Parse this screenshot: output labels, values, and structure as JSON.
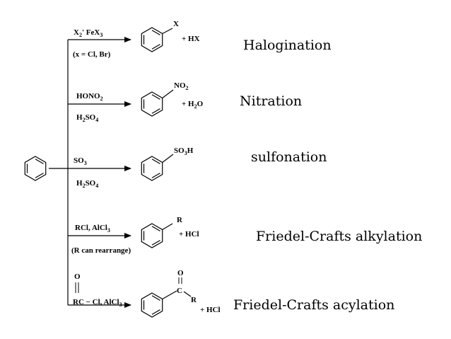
{
  "start": {
    "structure": "benzene"
  },
  "reactions": [
    {
      "id": "halogination",
      "reagent_above": [
        "X",
        {
          "sub": "2"
        },
        "' FeX",
        {
          "sub": "3"
        }
      ],
      "reagent_below": [
        "(x = Cl, Br)"
      ],
      "substituent": [
        "X"
      ],
      "byproduct": [
        "+  HX"
      ],
      "name": "Halogination"
    },
    {
      "id": "nitration",
      "reagent_above": [
        "HONO",
        {
          "sub": "2"
        }
      ],
      "reagent_below": [
        "H",
        {
          "sub": "2"
        },
        "SO",
        {
          "sub": "4"
        }
      ],
      "substituent": [
        "NO",
        {
          "sub": "2"
        }
      ],
      "byproduct": [
        "+  H",
        {
          "sub": "2"
        },
        "O"
      ],
      "name": "Nitration"
    },
    {
      "id": "sulfonation",
      "reagent_above": [
        "SO",
        {
          "sub": "3"
        }
      ],
      "reagent_below": [
        "H",
        {
          "sub": "2"
        },
        "SO",
        {
          "sub": "4"
        }
      ],
      "substituent": [
        "SO",
        {
          "sub": "3"
        },
        "H"
      ],
      "byproduct": [],
      "name": "sulfonation"
    },
    {
      "id": "alkylation",
      "reagent_above": [
        "RCl, AlCl",
        {
          "sub": "3"
        }
      ],
      "reagent_below": [
        "(R can rearrange)"
      ],
      "substituent": [
        "R"
      ],
      "byproduct": [
        "+  HCl"
      ],
      "name": "Friedel-Crafts alkylation"
    },
    {
      "id": "acylation",
      "reagent_top": [
        "O"
      ],
      "reagent_above": [
        "RC −  Cl, AlCl",
        {
          "sub": "3"
        }
      ],
      "reagent_below": [],
      "acyl_labels": {
        "oxygen": "O",
        "carbon": "C",
        "r_group": "R"
      },
      "byproduct": [
        "+ HCl"
      ],
      "name": "Friedel-Crafts acylation"
    }
  ]
}
